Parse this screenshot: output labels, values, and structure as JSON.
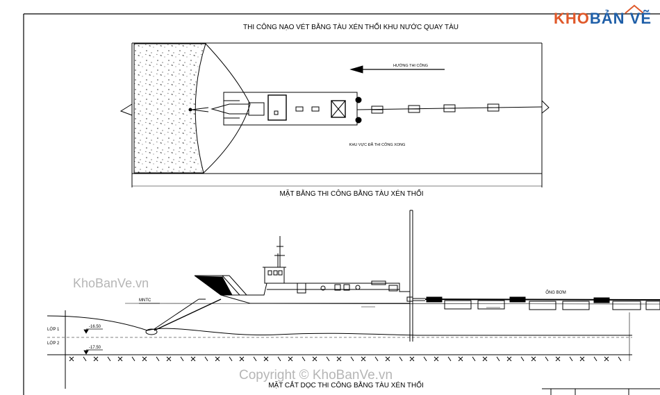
{
  "titles": {
    "top": "THI CÔNG NẠO VÉT BẰNG TÀU XÉN THỔI KHU NƯỚC QUAY TÀU",
    "plan": "MẶT BẰNG THI CÔNG BẰNG TÀU XÉN THỔI",
    "section": "MẶT CẮT DỌC THI CÔNG BẰNG TÀU XÉN THỔI"
  },
  "plan_labels": {
    "direction": "HƯỚNG THI CÔNG",
    "done_area": "KHU VỰC ĐÃ THI CÔNG XONG"
  },
  "section_labels": {
    "water_level": "MNTC",
    "pipe": "ỐNG BƠM",
    "layer1": "LỚP 1",
    "layer2": "LỚP 2",
    "level1": "-16.50",
    "level2": "-17.50"
  },
  "logo": {
    "part1": "KHO",
    "part2": "BẢN VẼ"
  },
  "watermarks": {
    "side": "KhoBanVe.vn",
    "bottom": "Copyright © KhoBanVe.vn"
  },
  "colors": {
    "line": "#000000",
    "logo_orange": "#e0592a",
    "logo_blue": "#1f5fa8"
  }
}
